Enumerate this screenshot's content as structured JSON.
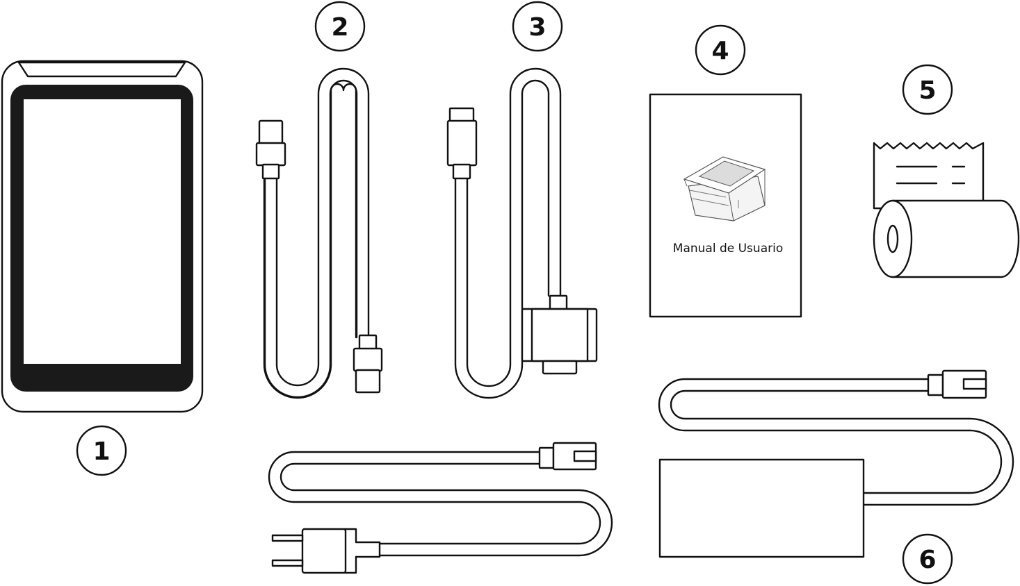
{
  "items": [
    {
      "number": "1",
      "kind": "tablet"
    },
    {
      "number": "2",
      "kind": "usb-cable"
    },
    {
      "number": "3",
      "kind": "serial-cable"
    },
    {
      "number": "4",
      "kind": "user-manual"
    },
    {
      "number": "5",
      "kind": "paper-roll"
    },
    {
      "number": "6",
      "kind": "power-adapter"
    }
  ],
  "manual": {
    "title": "Manual de Usuario"
  },
  "colors": {
    "stroke": "#111111",
    "screen": "#1a1a1a",
    "background": "#ffffff"
  }
}
